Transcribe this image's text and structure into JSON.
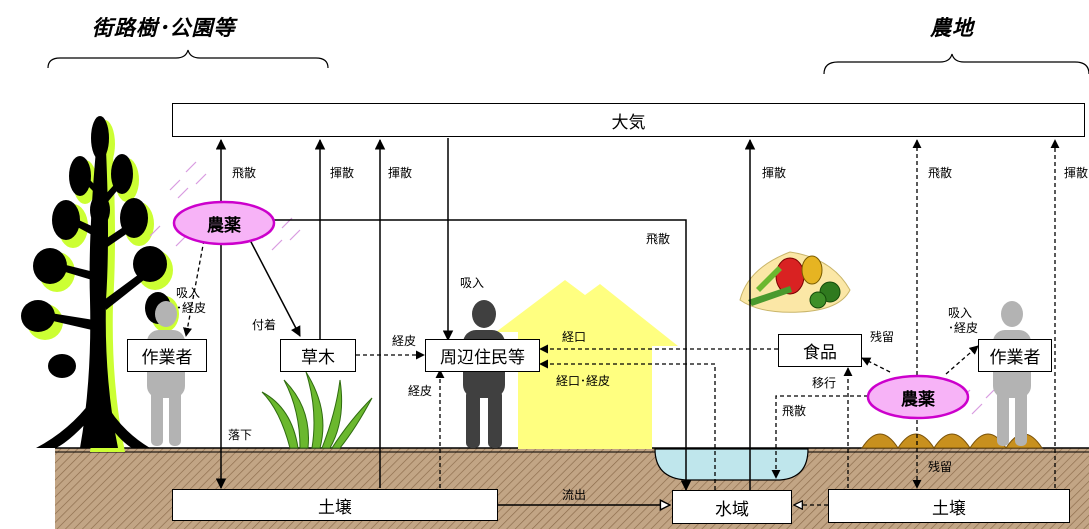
{
  "headers": {
    "left": "街路樹･公園等",
    "right": "農地"
  },
  "boxes": {
    "atmosphere": "大気",
    "worker_left": "作業者",
    "plants": "草木",
    "residents": "周辺住民等",
    "food": "食品",
    "worker_right": "作業者",
    "soil_left": "土壌",
    "water": "水域",
    "soil_right": "土壌"
  },
  "pesticide": {
    "left": "農薬",
    "right": "農薬"
  },
  "labels": {
    "hisan_1": "飛散",
    "kisan_1": "揮散",
    "kisan_2": "揮散",
    "hisan_2": "飛散",
    "kisan_3": "揮散",
    "hisan_3": "飛散",
    "kisan_4": "揮散",
    "kyunyu_keihi_left": "吸入\n･経皮",
    "fuchaku": "付着",
    "kyunyu_mid": "吸入",
    "keihi_mid": "経皮",
    "keiko": "経口",
    "keiko_keihi": "経口･経皮",
    "keihi_low": "経皮",
    "rakka": "落下",
    "ryushutsu": "流出",
    "zanryu_food": "残留",
    "ikou": "移行",
    "hisan_field": "飛散",
    "kyunyu_keihi_right": "吸入\n･経皮",
    "zanryu_soil": "残留"
  },
  "colors": {
    "tree_dark": "#000000",
    "tree_glow": "#ccff33",
    "house": "#ffff80",
    "water": "#bfe6ec",
    "pesticide_fill": "#f7b3f7",
    "pesticide_stroke": "#cc00cc",
    "soil": "#b99a7a",
    "worker_grey": "#b3b3b3",
    "resident_dark": "#404040",
    "crop": "#c8901e",
    "grass": "#6bb82e"
  },
  "icons": [
    "tree-icon",
    "house-icon",
    "vegetables-icon",
    "grass-icon",
    "worker-icon",
    "resident-icon",
    "crop-mounds-icon"
  ]
}
